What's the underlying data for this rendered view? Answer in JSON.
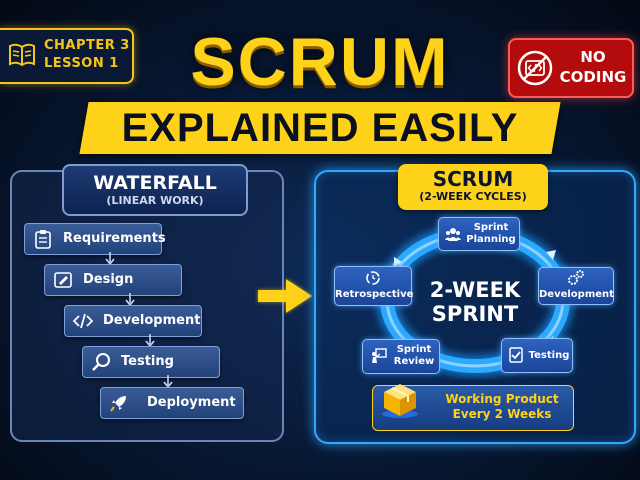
{
  "badge": {
    "line1": "CHAPTER 3",
    "line2": "LESSON 1",
    "icon": "book-icon"
  },
  "title": "SCRUM",
  "subtitle": "EXPLAINED EASILY",
  "no_coding": {
    "line1": "NO",
    "line2": "CODING",
    "icon": "no-code-icon"
  },
  "waterfall": {
    "heading": "WATERFALL",
    "subheading": "(LINEAR WORK)",
    "steps": [
      {
        "label": "Requirements",
        "icon": "clipboard-icon"
      },
      {
        "label": "Design",
        "icon": "design-icon"
      },
      {
        "label": "Development",
        "icon": "code-icon"
      },
      {
        "label": "Testing",
        "icon": "magnifier-icon"
      },
      {
        "label": "Deployment",
        "icon": "rocket-icon"
      }
    ]
  },
  "scrum": {
    "heading": "SCRUM",
    "subheading": "(2-WEEK CYCLES)",
    "center_line1": "2-WEEK",
    "center_line2": "SPRINT",
    "nodes": {
      "planning": {
        "line1": "Sprint",
        "line2": "Planning",
        "icon": "team-icon"
      },
      "development": {
        "label": "Development",
        "icon": "gears-icon"
      },
      "testing": {
        "label": "Testing",
        "icon": "checklist-icon"
      },
      "review": {
        "line1": "Sprint",
        "line2": "Review",
        "icon": "presentation-icon"
      },
      "retrospective": {
        "label": "Retrospective",
        "icon": "cycle-icon"
      }
    },
    "product": {
      "line1": "Working Product",
      "line2": "Every 2 Weeks",
      "icon": "box-icon"
    }
  },
  "colors": {
    "accent": "#ffd21a",
    "scrum_glow": "#2fa8ff",
    "no_coding_red": "#b40c0c",
    "background": "#071732"
  }
}
